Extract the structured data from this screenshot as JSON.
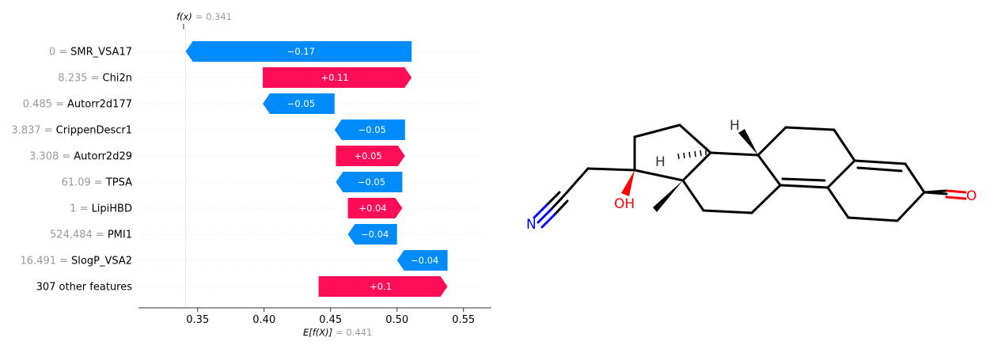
{
  "chart_data": {
    "type": "waterfall",
    "fx": {
      "symbol": "f(x)",
      "value": "= 0.341",
      "x": 0.341
    },
    "expected": {
      "symbol": "E[f(X)]",
      "value": "= 0.441",
      "x": 0.441
    },
    "xlim": [
      0.3055,
      0.571
    ],
    "xticks": [
      0.35,
      0.4,
      0.45,
      0.5,
      0.55
    ],
    "xtick_labels": [
      "0.35",
      "0.40",
      "0.45",
      "0.50",
      "0.55"
    ],
    "features": [
      {
        "value": "0 =",
        "name": "SMR_VSA17",
        "contribution": -0.17,
        "label": "−0.17",
        "start": 0.511,
        "end": 0.341
      },
      {
        "value": "8.235 =",
        "name": "Chi2n",
        "contribution": 0.11,
        "label": "+0.11",
        "start": 0.399,
        "end": 0.511
      },
      {
        "value": "0.485 =",
        "name": "Autorr2d177",
        "contribution": -0.05,
        "label": "−0.05",
        "start": 0.453,
        "end": 0.399
      },
      {
        "value": "3.837 =",
        "name": "CrippenDescr1",
        "contribution": -0.05,
        "label": "−0.05",
        "start": 0.506,
        "end": 0.453
      },
      {
        "value": "3.308 =",
        "name": "Autorr2d29",
        "contribution": 0.05,
        "label": "+0.05",
        "start": 0.454,
        "end": 0.506
      },
      {
        "value": "61.09 =",
        "name": "TPSA",
        "contribution": -0.05,
        "label": "−0.05",
        "start": 0.504,
        "end": 0.454
      },
      {
        "value": "1 =",
        "name": "LipiHBD",
        "contribution": 0.04,
        "label": "+0.04",
        "start": 0.463,
        "end": 0.504
      },
      {
        "value": "524.484 =",
        "name": "PMI1",
        "contribution": -0.04,
        "label": "−0.04",
        "start": 0.5,
        "end": 0.463
      },
      {
        "value": "16.491 =",
        "name": "SlogP_VSA2",
        "contribution": -0.04,
        "label": "−0.04",
        "start": 0.538,
        "end": 0.5
      },
      {
        "value": "",
        "name": "307 other features",
        "contribution": 0.1,
        "label": "+0.1",
        "start": 0.441,
        "end": 0.538
      }
    ],
    "colors": {
      "positive": "#ff0d57",
      "negative": "#008bfb",
      "axis": "#333333",
      "grid": "#cccccc"
    }
  },
  "molecule": {
    "atoms": {
      "h_top": "H",
      "h_left": "H",
      "oh": "OH",
      "n": "N",
      "o": "O"
    },
    "colors": {
      "bond": "#000000",
      "oxygen": "#ff0000",
      "nitrogen": "#0000ff",
      "hydrogen": "#333333"
    }
  }
}
